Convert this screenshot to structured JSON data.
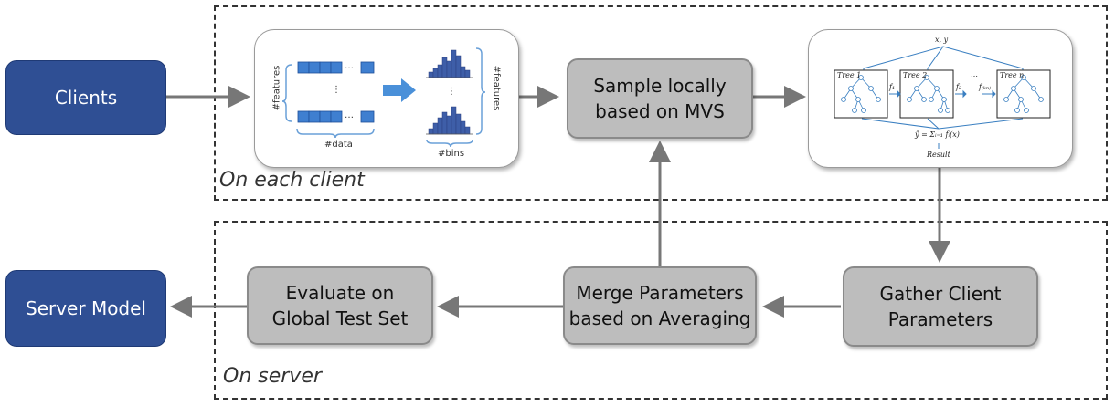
{
  "nodes": {
    "clients": "Clients",
    "sample": "Sample locally based on MVS",
    "server_model": "Server Model",
    "evaluate": "Evaluate on Global Test Set",
    "merge": "Merge Parameters based on Averaging",
    "gather": "Gather Client Parameters"
  },
  "regions": {
    "client": "On each client",
    "server": "On server"
  },
  "histogram_panel": {
    "features_left": "#features",
    "features_right": "#features",
    "data_label": "#data",
    "bins_label": "#bins",
    "ellipsis": "…",
    "vdots": "⋮"
  },
  "tree_panel": {
    "input": "x, y",
    "tree_1": "Tree 1",
    "tree_2": "Tree 2",
    "tree_n": "Tree n",
    "f1": "f₁",
    "f2": "f₂",
    "fkn": "f₍ₖₙ₎",
    "dots": "…",
    "formula": "ŷ = Σᵢ₌₁ fᵢ(x)",
    "result": "Result"
  },
  "colors": {
    "client_box": "#2f4f94",
    "process_box": "#bdbdbd",
    "feature_cell": "#3f7fd0",
    "histogram_bar": "#3e5ea8",
    "tree_line": "#3a7fc1"
  }
}
